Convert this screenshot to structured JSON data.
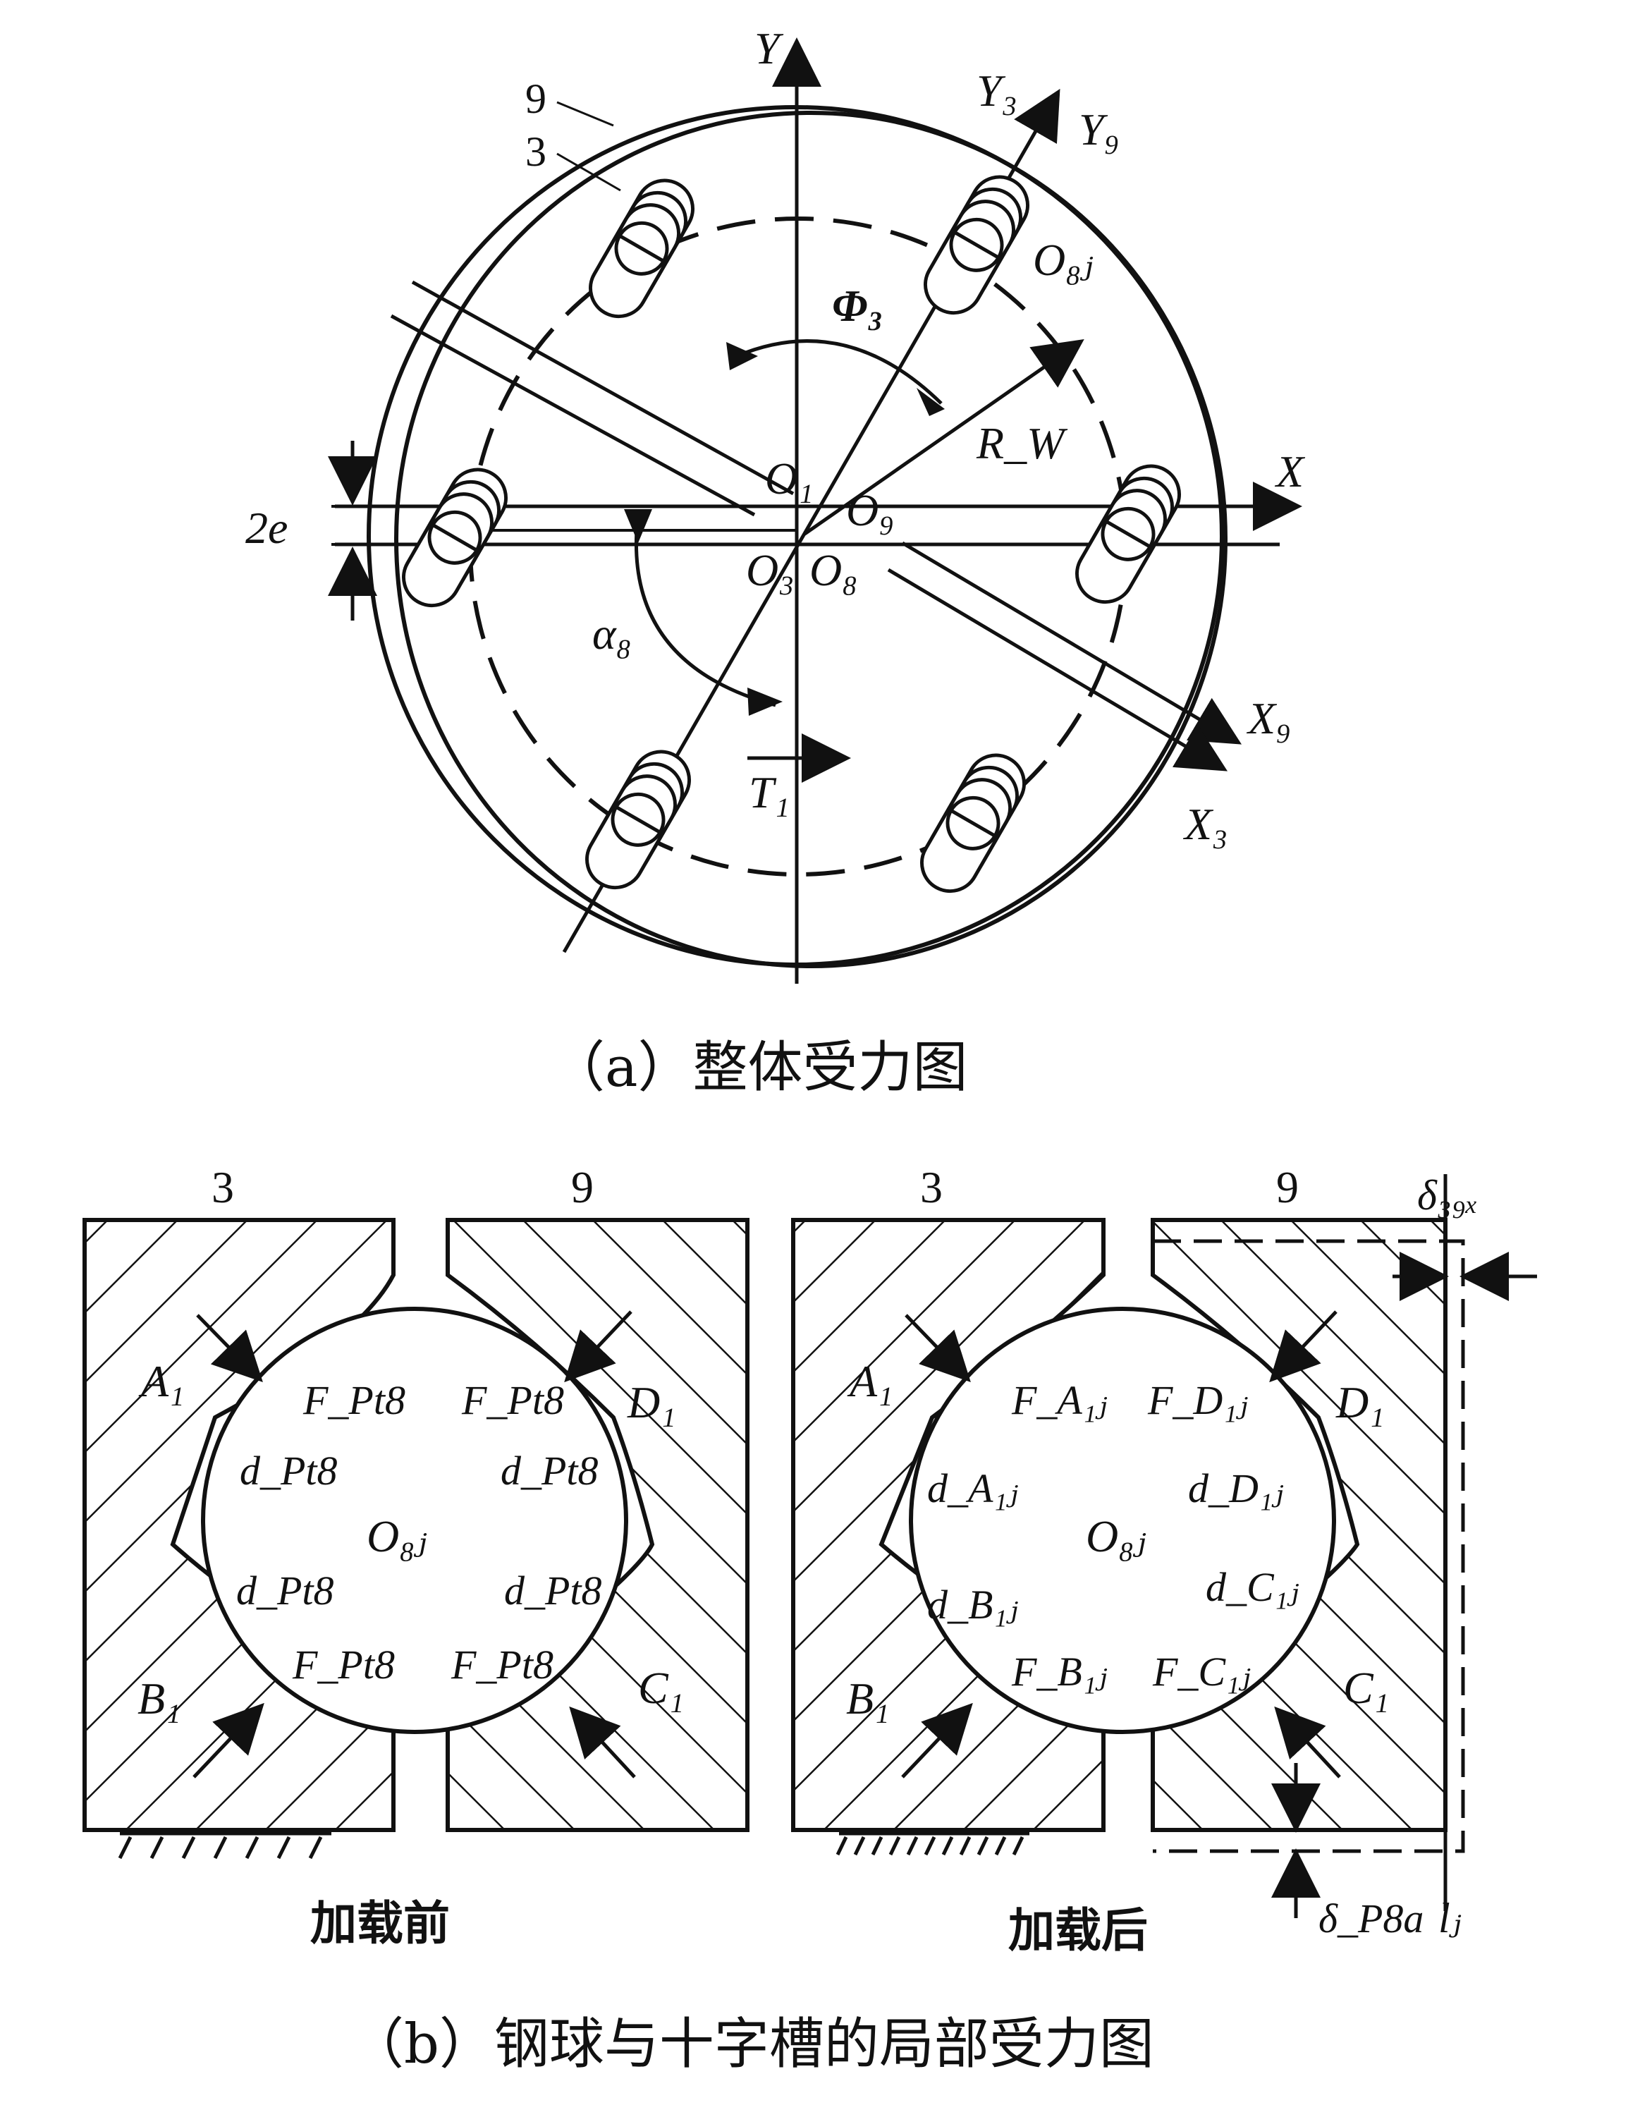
{
  "figure_a": {
    "caption": "（a）整体受力图",
    "labels": {
      "Y": "Y",
      "Y3": "Y₃",
      "Y9": "Y₉",
      "X": "X",
      "X9": "X₉",
      "X3": "X₃",
      "part9": "9",
      "part3": "3",
      "O8j": "O₈ⱼ",
      "Phi3": "Φ₃",
      "Rw": "R_W",
      "O1": "O₁",
      "O9": "O₉",
      "O3": "O₃",
      "O8": "O₈",
      "e2": "2e",
      "alpha8": "α₈",
      "T1": "T₁"
    }
  },
  "figure_b": {
    "caption": "（b）钢球与十字槽的局部受力图",
    "before": {
      "title": "加载前",
      "part_left": "3",
      "part_right": "9",
      "A1": "A₁",
      "B1": "B₁",
      "C1": "C₁",
      "D1": "D₁",
      "center": "O₈ⱼ",
      "force": "F_Pt8",
      "deform": "d_Pt8"
    },
    "after": {
      "title": "加载后",
      "part_left": "3",
      "part_right": "9",
      "A1": "A₁",
      "B1": "B₁",
      "C1": "C₁",
      "D1": "D₁",
      "center": "O₈ⱼ",
      "FA": "F_A₁ⱼ",
      "FD": "F_D₁ⱼ",
      "FB": "F_B₁ⱼ",
      "FC": "F_C₁ⱼ",
      "dA": "d_A₁ⱼ",
      "dD": "d_D₁ⱼ",
      "dB": "d_B₁ⱼ",
      "dC": "d_C₁ⱼ",
      "delta39x": "δ₃₉ₓ",
      "deltaP8a": "δ_P8a",
      "lj": "lⱼ"
    }
  }
}
